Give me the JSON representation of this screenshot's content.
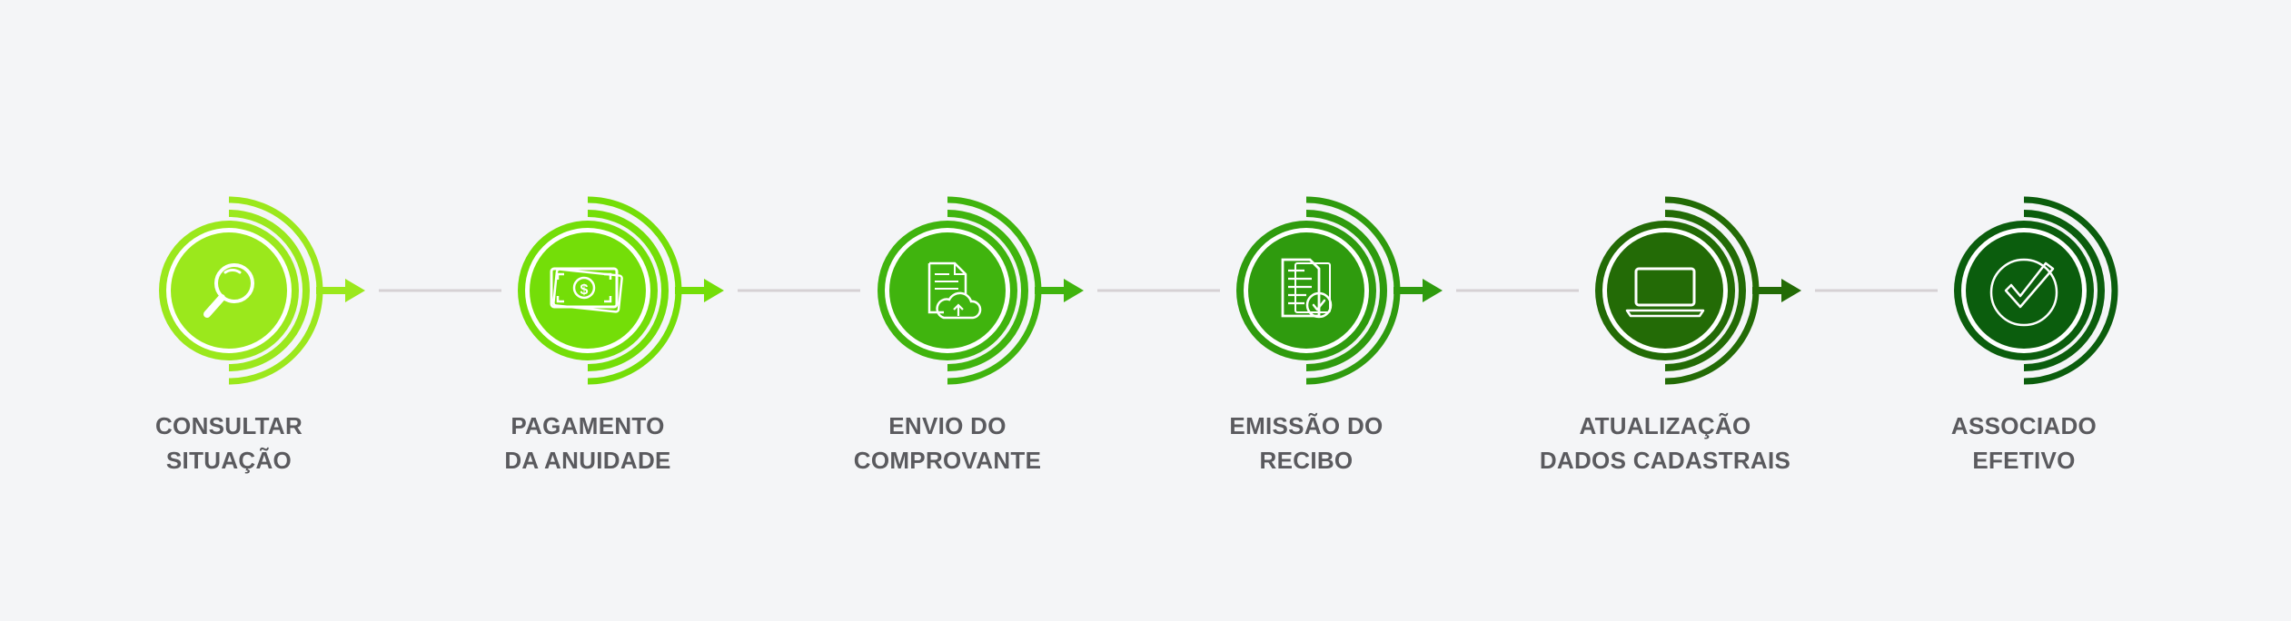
{
  "colors": {
    "background": "#f4f5f7",
    "label": "#5a5a5e",
    "connector": "#d6d1d4",
    "icon_stroke": "#ffffff"
  },
  "steps": [
    {
      "line1": "CONSULTAR",
      "line2": "SITUAÇÃO",
      "icon": "magnifier-icon",
      "color": "#9be81c"
    },
    {
      "line1": "PAGAMENTO",
      "line2": "DA ANUIDADE",
      "icon": "money-bill-icon",
      "color": "#74de08"
    },
    {
      "line1": "ENVIO DO",
      "line2": "COMPROVANTE",
      "icon": "document-cloud-upload-icon",
      "color": "#40b40e"
    },
    {
      "line1": "EMISSÃO DO",
      "line2": "RECIBO",
      "icon": "receipt-check-icon",
      "color": "#2f9b0e"
    },
    {
      "line1": "ATUALIZAÇÃO",
      "line2": "DADOS CADASTRAIS",
      "icon": "laptop-icon",
      "color": "#236b06"
    },
    {
      "line1": "ASSOCIADO",
      "line2": "EFETIVO",
      "icon": "check-circle-icon",
      "color": "#0b5d0d"
    }
  ]
}
